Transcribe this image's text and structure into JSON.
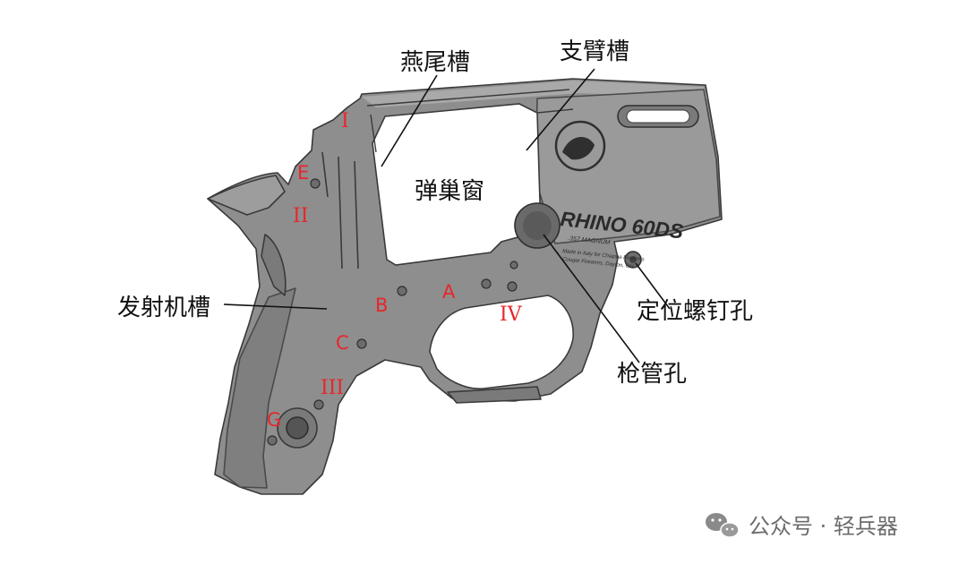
{
  "labels": {
    "dovetail": "燕尾槽",
    "support_arm": "支臂槽",
    "cylinder_window": "弹巢窗",
    "firing_slot": "发射机槽",
    "locating_hole": "定位螺钉孔",
    "barrel_hole": "枪管孔"
  },
  "markers": {
    "A": "A",
    "B": "B",
    "C": "C",
    "E": "E",
    "G": "G",
    "I": "I",
    "II": "II",
    "III": "III",
    "IV": "IV"
  },
  "engraving": {
    "model": "RHINO 60DS",
    "caliber": ".357 MAGNUM",
    "line1": "Made in Italy for Chiappa Firearms",
    "line2": "Cougar Firearms, Dayton, OH"
  },
  "watermark": "公众号 · 轻兵器",
  "colors": {
    "metal": "#8e8e8e",
    "metal_light": "#a9a9a9",
    "metal_dark": "#6f6f6f",
    "marker_red": "#e8262b",
    "label_black": "#111111"
  }
}
